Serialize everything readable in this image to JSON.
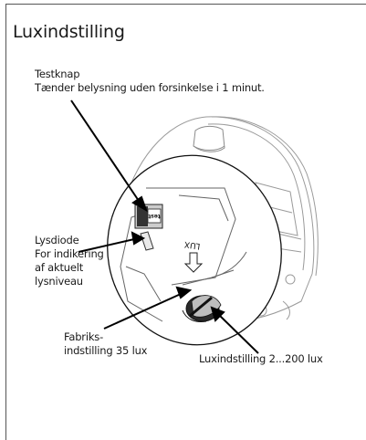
{
  "title": "Luxindstilling",
  "labels": {
    "testknap_title": "Testknap",
    "testknap_desc": "Tænder belysning uden forsinkelse i 1 minut.",
    "lysdiode_1": "Lysdiode",
    "lysdiode_2": "For indikering",
    "lysdiode_3": "af aktuelt",
    "lysdiode_4": "lysniveau",
    "fabrik_1": "Fabriks-",
    "fabrik_2": "indstilling 35 lux",
    "luxrange": "Luxindstilling 2...200 lux"
  },
  "device": {
    "button_text": "test",
    "lux_text": "LUX"
  }
}
